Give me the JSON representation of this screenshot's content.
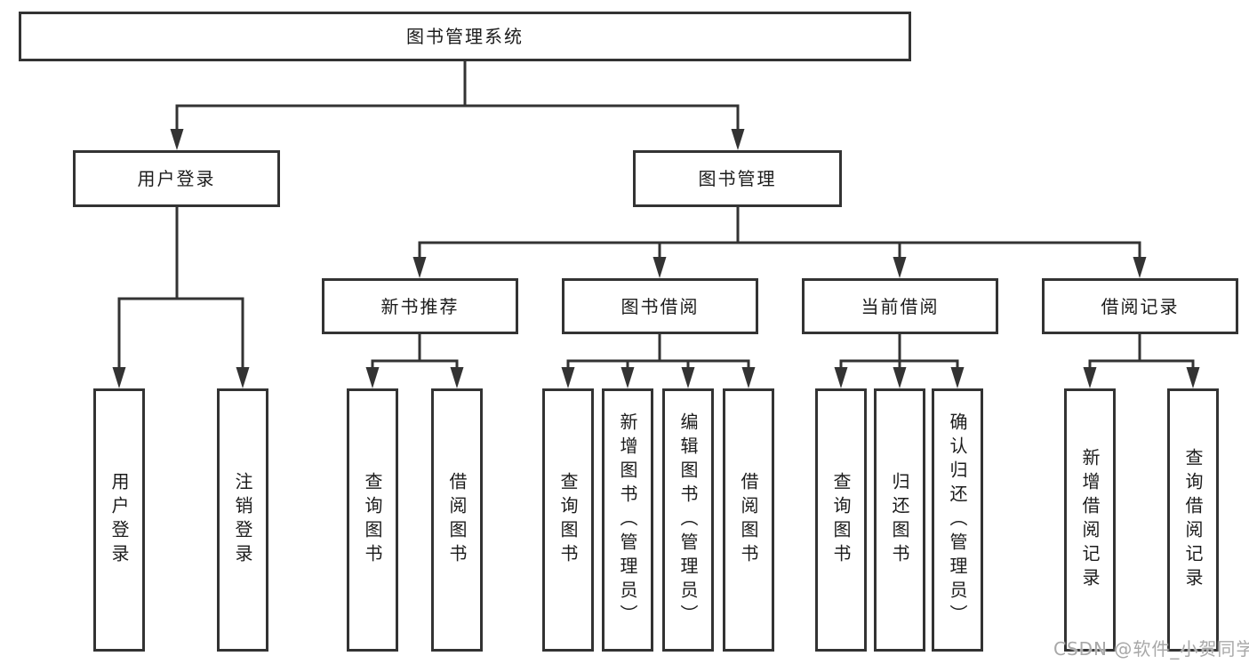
{
  "colors": {
    "line": "#333333",
    "border": "#333333",
    "text": "#1c1c1c",
    "watermark": "#a8a8a8",
    "background": "#ffffff"
  },
  "watermark": {
    "text": "CSDN @软件_小贺同学"
  },
  "tree": {
    "root": {
      "label": "图书管理系统"
    },
    "login_branch": {
      "label": "用户登录",
      "children": [
        {
          "label": "用户登录"
        },
        {
          "label": "注销登录"
        }
      ]
    },
    "mgmt_branch": {
      "label": "图书管理",
      "groups": [
        {
          "label": "新书推荐",
          "children": [
            {
              "label": "查询图书"
            },
            {
              "label": "借阅图书"
            }
          ]
        },
        {
          "label": "图书借阅",
          "children": [
            {
              "label": "查询图书"
            },
            {
              "label": "新增图书（管理员）"
            },
            {
              "label": "编辑图书（管理员）"
            },
            {
              "label": "借阅图书"
            }
          ]
        },
        {
          "label": "当前借阅",
          "children": [
            {
              "label": "查询图书"
            },
            {
              "label": "归还图书"
            },
            {
              "label": "确认归还（管理员）"
            }
          ]
        },
        {
          "label": "借阅记录",
          "children": [
            {
              "label": "新增借阅记录"
            },
            {
              "label": "查询借阅记录"
            }
          ]
        }
      ]
    }
  }
}
